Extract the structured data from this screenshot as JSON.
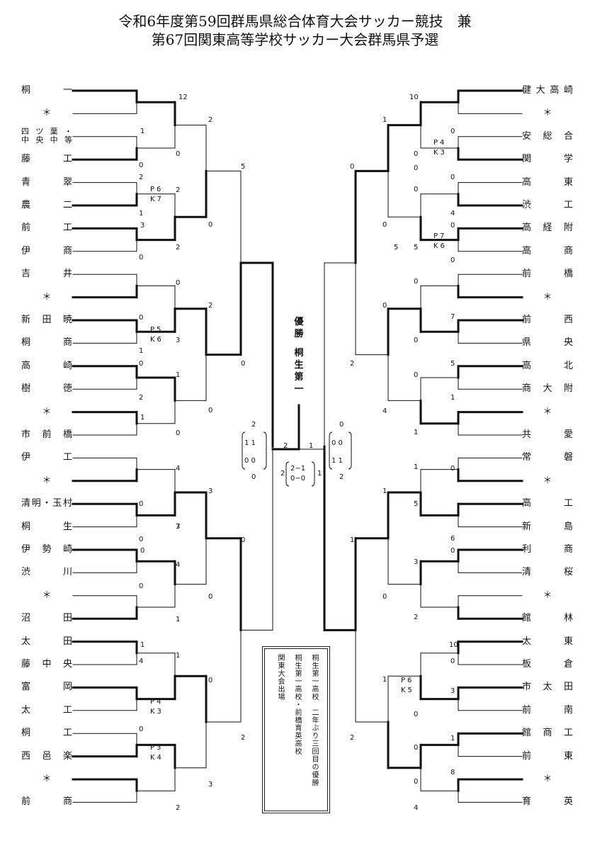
{
  "title": {
    "line1": "令和6年度第59回群馬県総合体育大会サッカー競技　兼",
    "line2": "第67回関東高等学校サッカー大会群馬県予選"
  },
  "left_teams": [
    "桐一",
    "＊",
    "四ツ葉・中央中等",
    "藤工",
    "青翠",
    "農二",
    "前工",
    "伊商",
    "吉井",
    "＊",
    "新田暁",
    "桐商",
    "高崎",
    "樹徳",
    "＊",
    "市前橋",
    "伊工",
    "＊",
    "清明・玉村",
    "桐生",
    "伊勢崎",
    "渋川",
    "＊",
    "沼田",
    "太田",
    "藤中央",
    "富岡",
    "太工",
    "桐工",
    "西邑楽",
    "＊",
    "前商"
  ],
  "right_teams": [
    "健大高崎",
    "＊",
    "安総合",
    "関学",
    "高東",
    "渋工",
    "高経附",
    "高商",
    "前橋",
    "＊",
    "前西",
    "県央",
    "高北",
    "商大附",
    "＊",
    "共愛",
    "常磐",
    "＊",
    "高工",
    "新島",
    "利商",
    "清桜",
    "＊",
    "館林",
    "太東",
    "板倉",
    "市太田",
    "前南",
    "館商工",
    "前東",
    "＊",
    "育英"
  ],
  "scores": {
    "l1": [
      "12",
      "1",
      "0",
      "2",
      "2",
      "1",
      "3",
      "0",
      "0",
      "0",
      "3",
      "1",
      "0",
      "2",
      "1",
      "0",
      "4",
      "0",
      "7",
      "0",
      "0",
      "0",
      "1",
      "1"
    ],
    "l2": [
      "2",
      "0",
      "0",
      "2",
      "2",
      "1",
      "0",
      "3",
      "3",
      "0",
      "4",
      "1",
      "4",
      "0",
      "0",
      "3",
      "2"
    ],
    "l3": [
      "5",
      "0",
      "0",
      "2"
    ],
    "r1": [
      "10",
      "0",
      "0",
      "0",
      "0",
      "4",
      "0",
      "0",
      "5",
      "7",
      "0",
      "5",
      "0",
      "1",
      "1",
      "0",
      "5",
      "6",
      "0",
      "3",
      "10",
      "0",
      "3",
      "0",
      "1",
      "8",
      "4"
    ],
    "r2": [
      "1",
      "0",
      "0",
      "5",
      "0",
      "0",
      "4",
      "1",
      "1",
      "0",
      "2",
      "0",
      "1",
      "0"
    ],
    "r3": [
      "0",
      "2",
      "1",
      "2"
    ]
  },
  "pk": {
    "lp6": "P6",
    "lk7": "K7",
    "lp5": "P5",
    "lk6": "K6",
    "lp4": "P4",
    "lk3": "K3",
    "lp3": "P3",
    "lk4": "K4",
    "rp4": "P4",
    "rk3": "K3",
    "rp7": "P7",
    "rk6": "K6",
    "rp6": "P6",
    "rk5": "K5"
  },
  "final": {
    "left": "2",
    "right": "1",
    "left_box_top": "2",
    "left_box_r1": "1 1",
    "left_box_r2": "0 0",
    "left_box_bot": "0",
    "right_box_top": "0",
    "right_box_r1": "0 0",
    "right_box_r2": "1 1",
    "right_box_bot": "2",
    "mid_l": "2",
    "mid_r": "1",
    "mid_r1": "2−1",
    "mid_r2": "0−0"
  },
  "winner": {
    "label": "優勝",
    "name": "桐生第一"
  },
  "note": {
    "col1": "桐生第一高校　二年ぶり三回目の優勝",
    "col2": "桐生第一高校・前橋育英高校",
    "col3": "関東大会出場"
  }
}
